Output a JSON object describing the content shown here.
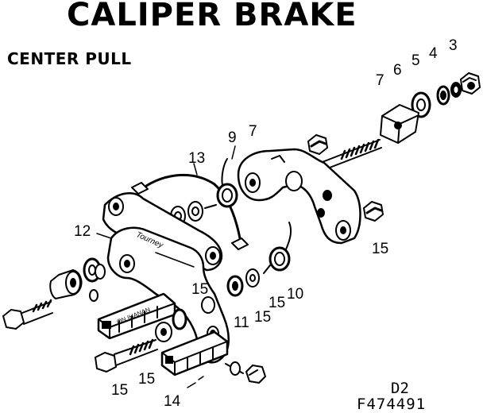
{
  "title": "CALIPER BRAKE",
  "subtitle": "CENTER PULL",
  "callouts": {
    "c3": "3",
    "c4": "4",
    "c5": "5",
    "c6": "6",
    "c7a": "7",
    "c7b": "7",
    "c9": "9",
    "c10": "10",
    "c11": "11",
    "c12": "12",
    "c13": "13",
    "c14": "14",
    "c15a": "15",
    "c15b": "15",
    "c15c": "15",
    "c15d": "15",
    "c15e": "15",
    "c15f": "15"
  },
  "stamps": {
    "bridge": "Tourney",
    "pad": "ON  IHANAN"
  },
  "figure_code": "D2",
  "part_number": "F474491"
}
